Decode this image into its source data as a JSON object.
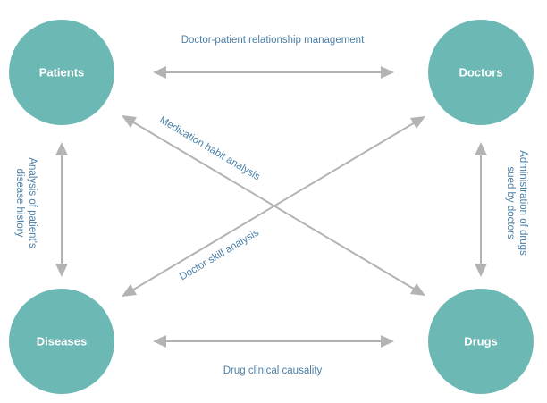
{
  "nodes": {
    "patients": "Patients",
    "doctors": "Doctors",
    "diseases": "Diseases",
    "drugs": "Drugs"
  },
  "edges": {
    "doctor_patient": "Doctor-patient relationship management",
    "drug_causality": "Drug clinical causality",
    "medication_habit": "Medication habit analysis",
    "doctor_skill": "Doctor skill analysis",
    "disease_history_line1": "Analysis of patient's",
    "disease_history_line2": "disease history",
    "drug_admin_line1": "Administration of drugs",
    "drug_admin_line2": "sued by doctors"
  },
  "colors": {
    "node_fill": "#6cb8b4",
    "edge_stroke": "#b3b3b3",
    "edge_label": "#4a7fa6"
  }
}
